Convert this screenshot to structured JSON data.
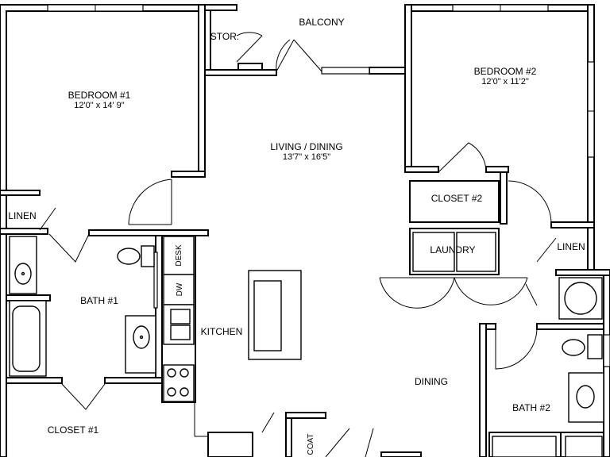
{
  "rooms": {
    "balcony": "BALCONY",
    "storage": "STOR.",
    "bedroom1": {
      "name": "BEDROOM #1",
      "size": "12'0\" x 14' 9\""
    },
    "bedroom2": {
      "name": "BEDROOM #2",
      "size": "12'0\" x 11'2\""
    },
    "living": {
      "name": "LIVING / DINING",
      "size": "13'7\" x 16'5\""
    },
    "linen1": "LINEN",
    "linen2": "LINEN",
    "bath1": "BATH #1",
    "bath2": "BATH #2",
    "closet1": "CLOSET #1",
    "closet2": "CLOSET #2",
    "laundry": "LAUNDRY",
    "kitchen": "KITCHEN",
    "dining": "DINING",
    "desk": "DESK",
    "dw": "DW",
    "coat": "COAT"
  }
}
